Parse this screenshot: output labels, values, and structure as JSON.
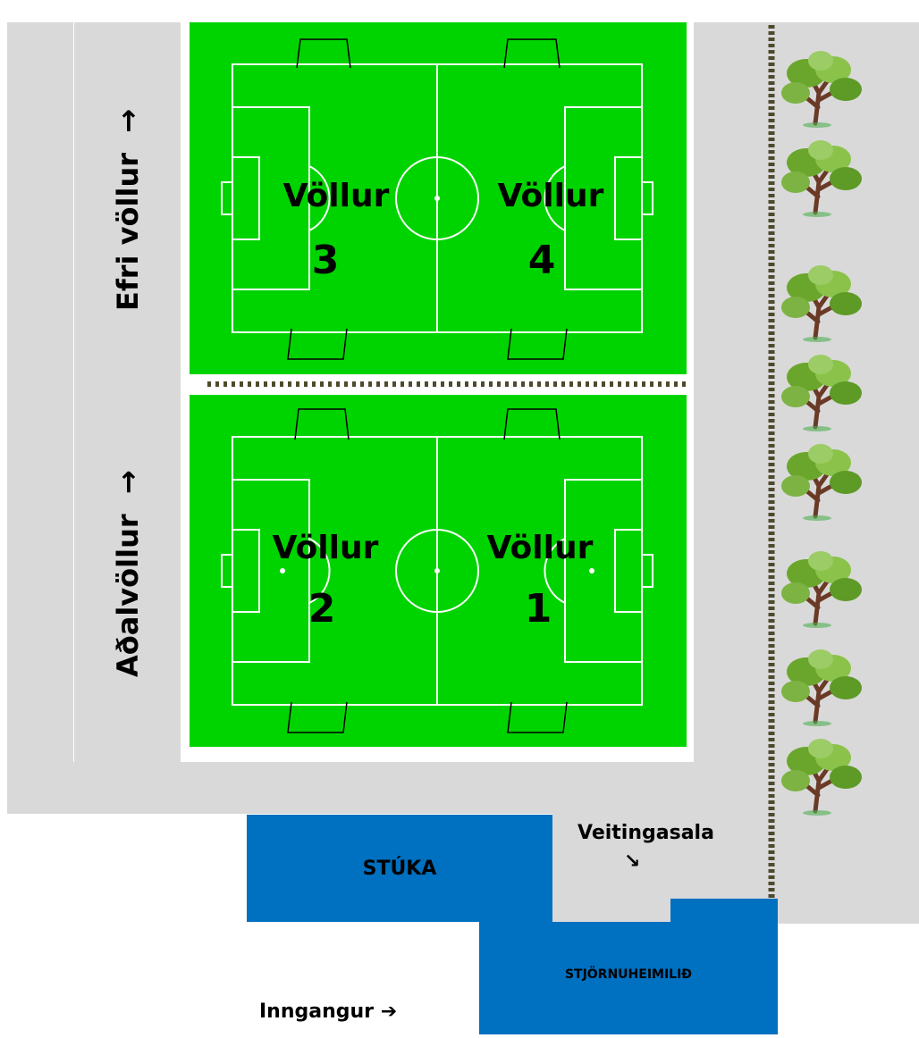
{
  "labels": {
    "upper_field": "Efri völlur",
    "main_field": "Aðalvöllur",
    "arrow": "→",
    "pitch_word": "Völlur",
    "stand": "STÚKA",
    "clubhouse": "STJÖRNUHEIMILIÐ",
    "canteen": "Veitingasala",
    "canteen_arrow": "↘",
    "entrance": "Inngangur",
    "entrance_arrow": "➔"
  },
  "pitches": [
    {
      "number": "3"
    },
    {
      "number": "4"
    },
    {
      "number": "2"
    },
    {
      "number": "1"
    }
  ],
  "colors": {
    "grass": "#00d400",
    "ground": "#d9d9d9",
    "building": "#0070c0",
    "fence": "#4d4a2e"
  },
  "icons": {
    "tree": "tree-icon",
    "goal": "goal-icon"
  }
}
